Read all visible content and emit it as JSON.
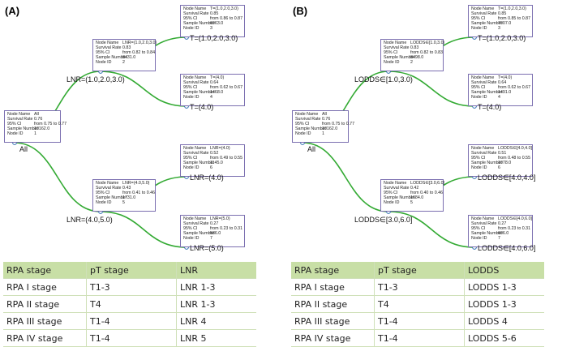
{
  "panels": [
    {
      "label": "(A)",
      "root_label": "All",
      "nodes": [
        {
          "rows": [
            [
              "Node Name",
              "All"
            ],
            [
              "Survival Rate",
              "0.76"
            ],
            [
              "95% CI",
              "from 0.75 to 0.77"
            ],
            [
              "Sample Number",
              "10162.0"
            ],
            [
              "Node ID",
              "1"
            ]
          ]
        },
        {
          "rows": [
            [
              "Node Name",
              "LNR=(1.0,2.0,3.0)"
            ],
            [
              "Survival Rate",
              "0.83"
            ],
            [
              "95% CI",
              "from 0.82 to 0.84"
            ],
            [
              "Sample Number",
              "8431.0"
            ],
            [
              "Node ID",
              "2"
            ]
          ]
        },
        {
          "rows": [
            [
              "Node Name",
              "T=(1.0,2.0,3.0)"
            ],
            [
              "Survival Rate",
              "0.85"
            ],
            [
              "95% CI",
              "from 0.86 to 0.87"
            ],
            [
              "Sample Number",
              "6963.0"
            ],
            [
              "Node ID",
              "3"
            ]
          ]
        },
        {
          "rows": [
            [
              "Node Name",
              "T=(4.0)"
            ],
            [
              "Survival Rate",
              "0.64"
            ],
            [
              "95% CI",
              "from 0.62 to 0.67"
            ],
            [
              "Sample Number",
              "1468.0"
            ],
            [
              "Node ID",
              "4"
            ]
          ]
        },
        {
          "rows": [
            [
              "Node Name",
              "LNR=(4.0,5.0)"
            ],
            [
              "Survival Rate",
              "0.43"
            ],
            [
              "95% CI",
              "from 0.41 to 0.46"
            ],
            [
              "Sample Number",
              "1731.0"
            ],
            [
              "Node ID",
              "5"
            ]
          ]
        },
        {
          "rows": [
            [
              "Node Name",
              "LNR=(4.0)"
            ],
            [
              "Survival Rate",
              "0.52"
            ],
            [
              "95% CI",
              "from 0.49 to 0.55"
            ],
            [
              "Sample Number",
              "1145.0"
            ],
            [
              "Node ID",
              "6"
            ]
          ]
        },
        {
          "rows": [
            [
              "Node Name",
              "LNR=(5.0)"
            ],
            [
              "Survival Rate",
              "0.27"
            ],
            [
              "95% CI",
              "from 0.23 to 0.31"
            ],
            [
              "Sample Number",
              "586.0"
            ],
            [
              "Node ID",
              "7"
            ]
          ]
        }
      ],
      "edge_labels": [
        "LNR=(1.0,2.0,3.0)",
        "T=(1.0,2.0,3.0)",
        "T=(4.0)",
        "LNR=(4.0,5.0)",
        "LNR=(4.0)",
        "LNR=(5.0)"
      ],
      "table": {
        "headers": [
          "RPA stage",
          "pT stage",
          "LNR"
        ],
        "rows": [
          [
            "RPA I stage",
            "T1-3",
            "LNR 1-3"
          ],
          [
            "RPA II stage",
            "T4",
            "LNR 1-3"
          ],
          [
            "RPA III stage",
            "T1-4",
            "LNR 4"
          ],
          [
            "RPA IV stage",
            "T1-4",
            "LNR 5"
          ]
        ]
      }
    },
    {
      "label": "(B)",
      "root_label": "All",
      "nodes": [
        {
          "rows": [
            [
              "Node Name",
              "All"
            ],
            [
              "Survival Rate",
              "0.76"
            ],
            [
              "95% CI",
              "from 0.75 to 0.77"
            ],
            [
              "Sample Number",
              "10162.0"
            ],
            [
              "Node ID",
              "1"
            ]
          ]
        },
        {
          "rows": [
            [
              "Node Name",
              "LODDS∈[1.0,3.0)"
            ],
            [
              "Survival Rate",
              "0.83"
            ],
            [
              "95% CI",
              "from 0.82 to 0.83"
            ],
            [
              "Sample Number",
              "8498.0"
            ],
            [
              "Node ID",
              "2"
            ]
          ]
        },
        {
          "rows": [
            [
              "Node Name",
              "T=(1.0,2.0,3.0)"
            ],
            [
              "Survival Rate",
              "0.85"
            ],
            [
              "95% CI",
              "from 0.85 to 0.87"
            ],
            [
              "Sample Number",
              "7007.0"
            ],
            [
              "Node ID",
              "3"
            ]
          ]
        },
        {
          "rows": [
            [
              "Node Name",
              "T=(4.0)"
            ],
            [
              "Survival Rate",
              "0.64"
            ],
            [
              "95% CI",
              "from 0.62 to 0.67"
            ],
            [
              "Sample Number",
              "1491.0"
            ],
            [
              "Node ID",
              "4"
            ]
          ]
        },
        {
          "rows": [
            [
              "Node Name",
              "LODDS∈[3.0,6.0]"
            ],
            [
              "Survival Rate",
              "0.42"
            ],
            [
              "95% CI",
              "from 0.40 to 0.46"
            ],
            [
              "Sample Number",
              "1684.0"
            ],
            [
              "Node ID",
              "5"
            ]
          ]
        },
        {
          "rows": [
            [
              "Node Name",
              "LODDS∈[4.0,4.0]"
            ],
            [
              "Survival Rate",
              "0.51"
            ],
            [
              "95% CI",
              "from 0.48 to 0.55"
            ],
            [
              "Sample Number",
              "1078.0"
            ],
            [
              "Node ID",
              "6"
            ]
          ]
        },
        {
          "rows": [
            [
              "Node Name",
              "LODDS∈[4.0,6.0]"
            ],
            [
              "Survival Rate",
              "0.27"
            ],
            [
              "95% CI",
              "from 0.23 to 0.31"
            ],
            [
              "Sample Number",
              "606.0"
            ],
            [
              "Node ID",
              "7"
            ]
          ]
        }
      ],
      "edge_labels": [
        "LODDS∈[1.0,3.0)",
        "T=(1.0,2.0,3.0)",
        "T=(4.0)",
        "LODDS∈[3.0,6.0]",
        "LODDS∈[4.0,4.0]",
        "LODDS∈[4.0,6.0]"
      ],
      "table": {
        "headers": [
          "RPA stage",
          "pT stage",
          "LODDS"
        ],
        "rows": [
          [
            "RPA I stage",
            "T1-3",
            "LODDS 1-3"
          ],
          [
            "RPA II stage",
            "T4",
            "LODDS 1-3"
          ],
          [
            "RPA III stage",
            "T1-4",
            "LODDS 4"
          ],
          [
            "RPA IV stage",
            "T1-4",
            "LODDS 5-6"
          ]
        ]
      }
    }
  ],
  "colors": {
    "edge": "#33aa33",
    "node_border": "#7b6fb0",
    "point_border": "#2f6fb0",
    "table_header": "#c8dfa6",
    "table_rule": "#cfe0b8"
  }
}
